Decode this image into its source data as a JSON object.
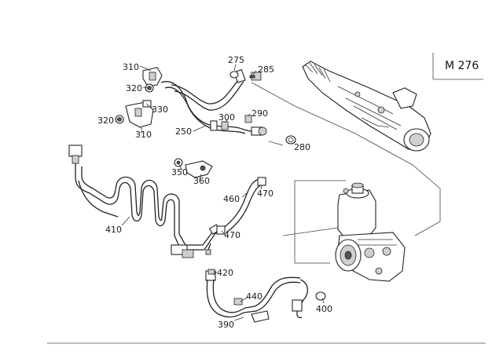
{
  "model_box": {
    "text": "M 276"
  },
  "callouts": [
    {
      "id": "c250",
      "text": "250"
    },
    {
      "id": "c275",
      "text": "275"
    },
    {
      "id": "c280",
      "text": "280"
    },
    {
      "id": "c285",
      "text": "285"
    },
    {
      "id": "c290",
      "text": "290"
    },
    {
      "id": "c300",
      "text": "300"
    },
    {
      "id": "c310a",
      "text": "310"
    },
    {
      "id": "c310b",
      "text": "310"
    },
    {
      "id": "c320a",
      "text": "320"
    },
    {
      "id": "c320b",
      "text": "320"
    },
    {
      "id": "c330",
      "text": "330"
    },
    {
      "id": "c350",
      "text": "350"
    },
    {
      "id": "c360",
      "text": "360"
    },
    {
      "id": "c390",
      "text": "390"
    },
    {
      "id": "c400",
      "text": "400"
    },
    {
      "id": "c410",
      "text": "410"
    },
    {
      "id": "c420",
      "text": "420"
    },
    {
      "id": "c440",
      "text": "440"
    },
    {
      "id": "c460",
      "text": "460"
    },
    {
      "id": "c470a",
      "text": "470"
    },
    {
      "id": "c470b",
      "text": "470"
    }
  ]
}
